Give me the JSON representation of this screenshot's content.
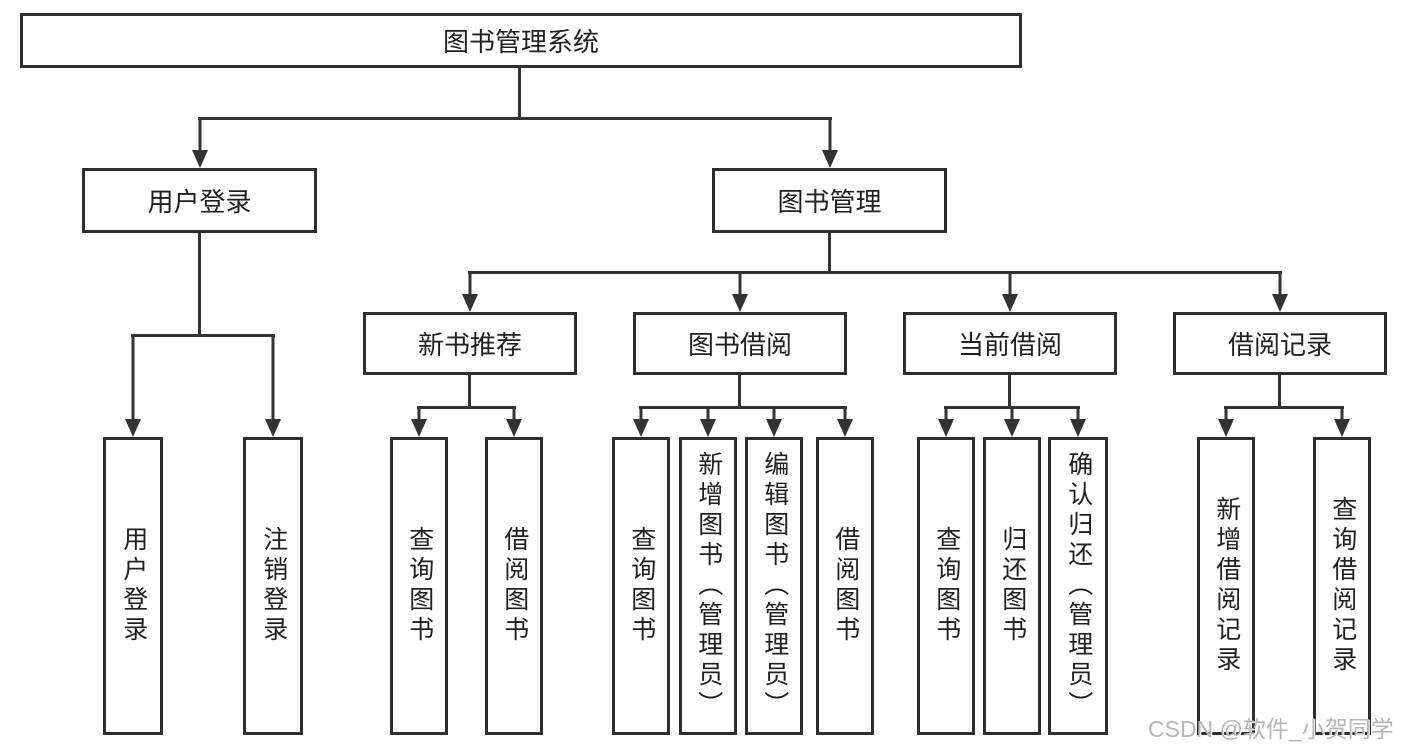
{
  "diagram": {
    "root": {
      "label": "图书管理系统"
    },
    "level2": [
      {
        "label": "用户登录"
      },
      {
        "label": "图书管理"
      }
    ],
    "level3": [
      {
        "label": "新书推荐"
      },
      {
        "label": "图书借阅"
      },
      {
        "label": "当前借阅"
      },
      {
        "label": "借阅记录"
      }
    ],
    "leaves": {
      "user": [
        "用户登录",
        "注销登录"
      ],
      "new_books": [
        "查询图书",
        "借阅图书"
      ],
      "borrow": [
        "查询图书",
        "新增图书（管理员）",
        "编辑图书（管理员）",
        "借阅图书"
      ],
      "current": [
        "查询图书",
        "归还图书",
        "确认归还（管理员）"
      ],
      "records": [
        "新增借阅记录",
        "查询借阅记录"
      ]
    }
  },
  "watermark": {
    "text": "CSDN @软件_小贺同学"
  },
  "colors": {
    "line": "#333333",
    "box_border": "#2e2e2e",
    "text": "#1f1f1f",
    "watermark": "#b5b5b5",
    "bg": "#ffffff"
  }
}
